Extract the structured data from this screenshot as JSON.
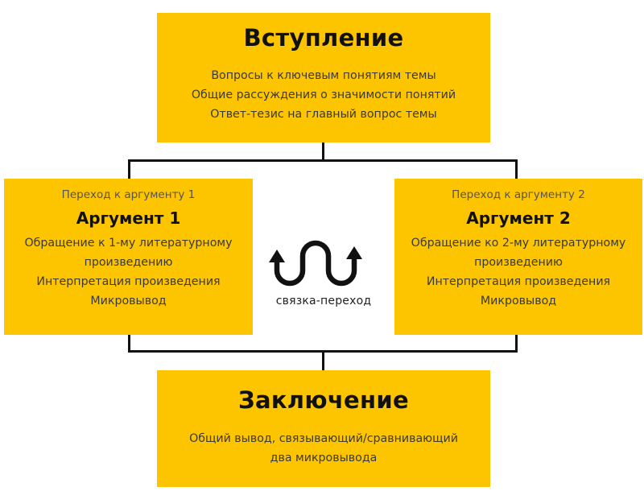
{
  "intro": {
    "title": "Вступление",
    "lines": [
      "Вопросы к ключевым понятиям темы",
      "Общие рассуждения о значимости понятий",
      "Ответ-тезис на главный вопрос темы"
    ]
  },
  "arg1": {
    "transition": "Переход к аргументу 1",
    "title": "Аргумент 1",
    "lines": [
      "Обращение к 1-му литературному",
      "произведению",
      "Интерпретация произведения",
      "Микровывод"
    ]
  },
  "arg2": {
    "transition": "Переход к аргументу 2",
    "title": "Аргумент 2",
    "lines": [
      "Обращение ко 2-му литературному",
      "произведению",
      "Интерпретация произведения",
      "Микровывод"
    ]
  },
  "link": {
    "label": "связка-переход",
    "icon": "wave-arrows-icon"
  },
  "conclusion": {
    "title": "Заключение",
    "lines": [
      "Общий вывод, связывающий/сравнивающий",
      "два микровывода"
    ]
  },
  "colors": {
    "box": "#FDC400",
    "line": "#111111"
  }
}
